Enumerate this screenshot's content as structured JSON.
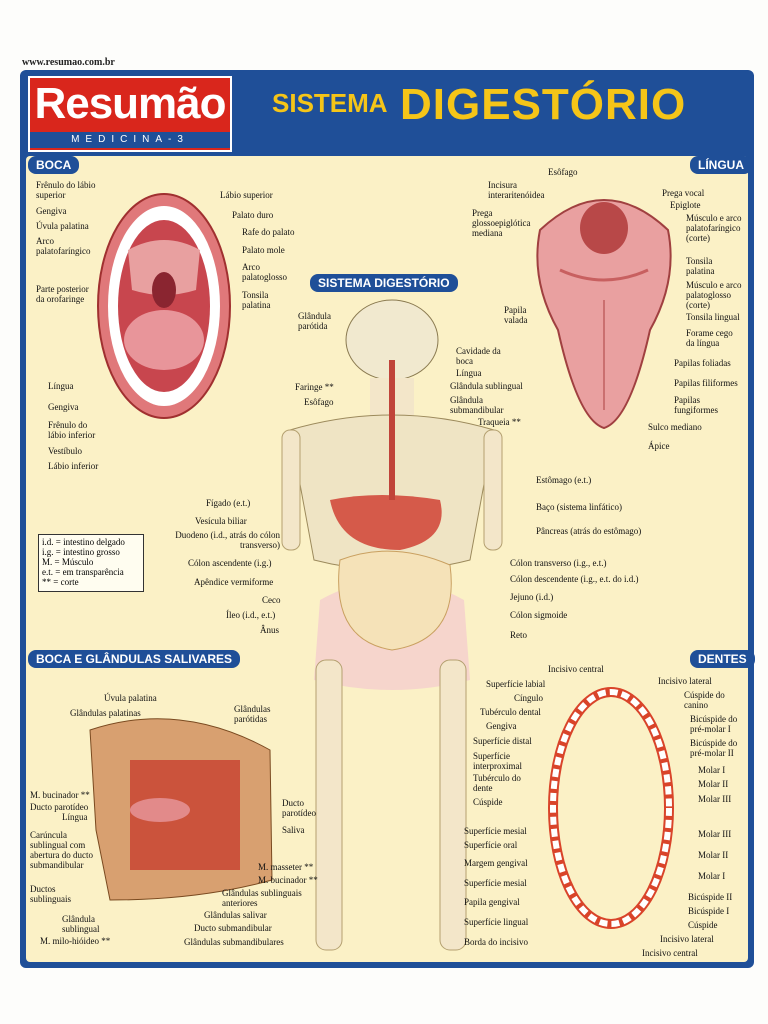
{
  "url": "www.resumao.com.br",
  "logo": {
    "name": "Resumão",
    "sub": "MEDICINA-3"
  },
  "title": {
    "part1": "SISTEMA",
    "part2": "DIGESTÓRIO"
  },
  "sections": {
    "boca": "BOCA",
    "lingua": "LÍNGUA",
    "sistema": "SISTEMA DIGESTÓRIO",
    "glandulas": "BOCA E GLÂNDULAS SALIVARES",
    "dentes": "DENTES"
  },
  "boca_labels": {
    "frenulo_sup": "Frênulo do lábio superior",
    "gengiva1": "Gengiva",
    "uvula": "Úvula palatina",
    "arco_pf": "Arco palatofaríngico",
    "parte_post": "Parte posterior da orofaringe",
    "lingua": "Língua",
    "gengiva2": "Gengiva",
    "frenulo_inf": "Frênulo do lábio inferior",
    "vestibulo": "Vestíbulo",
    "labio_inf": "Lábio inferior",
    "labio_sup": "Lábio superior",
    "palato_duro": "Palato duro",
    "rafe": "Rafe do palato",
    "palato_mole": "Palato mole",
    "arco_pg": "Arco palatoglosso",
    "tonsila": "Tonsila palatina"
  },
  "legend": [
    "i.d. = intestino delgado",
    "i.g. = intestino grosso",
    "M. = Músculo",
    "e.t. = em transparência",
    "** = corte"
  ],
  "body_left": {
    "parotida": "Glândula parótida",
    "faringe": "Faringe **",
    "esofago": "Esôfago",
    "figado": "Fígado (e.t.)",
    "vesicula": "Vesícula biliar",
    "duodeno": "Duodeno (i.d., atrás do cólon transverso)",
    "colon_asc": "Cólon ascendente (i.g.)",
    "apendice": "Apêndice vermiforme",
    "ceco": "Ceco",
    "ileo": "Íleo (i.d., e.t.)",
    "anus": "Ânus"
  },
  "body_right": {
    "cavidade": "Cavidade da boca",
    "lingua": "Língua",
    "sublingual": "Glândula sublingual",
    "submandibular": "Glândula submandibular",
    "traqueia": "Traqueia **",
    "estomago": "Estômago (e.t.)",
    "baco": "Baço (sistema linfático)",
    "pancreas": "Pâncreas (atrás do estômago)",
    "colon_trans": "Cólon transverso (i.g., e.t.)",
    "colon_desc": "Cólon descendente (i.g., e.t. do i.d.)",
    "jejuno": "Jejuno (i.d.)",
    "sigmoide": "Cólon sigmoide",
    "reto": "Reto"
  },
  "lingua_labels": {
    "esofago": "Esôfago",
    "incisura": "Incisura interaritenóidea",
    "prega_gl": "Prega glossoepiglótica mediana",
    "papila_valada": "Papila valada",
    "prega_vocal": "Prega vocal",
    "epiglote": "Epiglote",
    "musc_pf": "Músculo e arco palatofaríngico (corte)",
    "tonsila_pal": "Tonsila palatina",
    "musc_pg": "Músculo e arco palatoglosso (corte)",
    "tonsila_ling": "Tonsila lingual",
    "forame": "Forame cego da língua",
    "foliadas": "Papilas foliadas",
    "filiformes": "Papilas filiformes",
    "fungiformes": "Papilas fungiformes",
    "sulco": "Sulco mediano",
    "apice": "Ápice"
  },
  "glandulas_labels": {
    "uvula": "Úvula palatina",
    "palatinas": "Glândulas palatinas",
    "parotidas": "Glândulas parótidas",
    "bucinador1": "M. bucinador **",
    "ducto_par1": "Ducto parotídeo",
    "lingua": "Língua",
    "caruncula": "Carúncula sublingual com abertura do ducto submandibular",
    "ductos_sub": "Ductos sublinguais",
    "gl_sublingual": "Glândula sublingual",
    "milo": "M. milo-hióideo **",
    "ducto_par2": "Ducto parotídeo",
    "saliva": "Saliva",
    "masseter": "M. masseter **",
    "bucinador2": "M. bucinador **",
    "gl_sub_ant": "Glândulas sublinguais anteriores",
    "gl_salivar": "Glândulas salivar",
    "ducto_submand": "Ducto submandibular",
    "gl_submand": "Glândulas submandibulares"
  },
  "dentes_left": [
    "Incisivo central",
    "Superfície labial",
    "Cíngulo",
    "Tubérculo dental",
    "Gengiva",
    "Superfície distal",
    "Superfície interproximal",
    "Tubérculo do dente",
    "Cúspide",
    "Superfície mesial",
    "Superfície oral",
    "Margem gengival",
    "Superfície mesial",
    "Papila gengival",
    "Superfície lingual",
    "Borda do incisivo"
  ],
  "dentes_right": [
    "Incisivo lateral",
    "Cúspide do canino",
    "Bicúspide do pré-molar I",
    "Bicúspide do pré-molar II",
    "Molar I",
    "Molar II",
    "Molar III",
    "Molar III",
    "Molar II",
    "Molar I",
    "Bicúspide II",
    "Bicúspide I",
    "Cúspide",
    "Incisivo lateral",
    "Incisivo central"
  ]
}
